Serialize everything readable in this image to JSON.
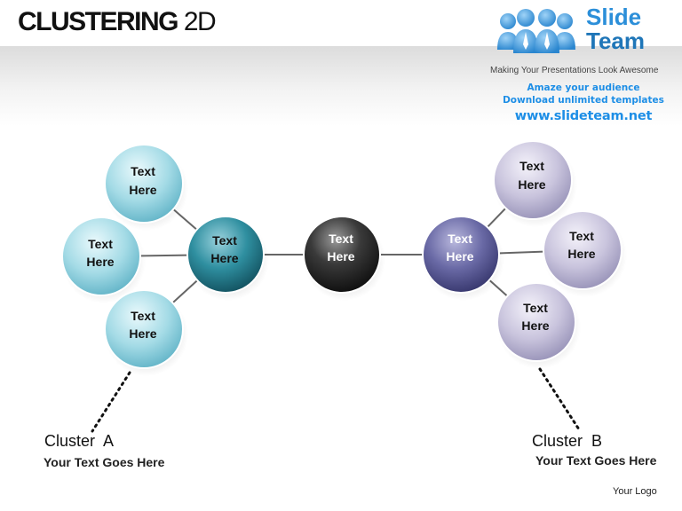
{
  "header": {
    "title_bold": "CLUSTERING",
    "title_rest": " 2D"
  },
  "logo": {
    "brand_line1": "Slide",
    "brand_line2": "Team",
    "tagline": "Making Your Presentations Look Awesome",
    "promo_line1": "Amaze your audience",
    "promo_line2": "Download unlimited templates",
    "url": "www.slideteam.net",
    "icon": "people-group-icon",
    "colors": {
      "blue": "#2c8fd9",
      "dark_blue": "#1f76b8"
    }
  },
  "diagram": {
    "nodes": [
      {
        "id": "a-top",
        "group": "a-leaf",
        "line1": "Text",
        "line2": "Here"
      },
      {
        "id": "a-mid",
        "group": "a-leaf",
        "line1": "Text",
        "line2": "Here"
      },
      {
        "id": "a-bot",
        "group": "a-leaf",
        "line1": "Text",
        "line2": "Here"
      },
      {
        "id": "a-hub",
        "group": "a-hub",
        "line1": "Text",
        "line2": "Here"
      },
      {
        "id": "center",
        "group": "center",
        "line1": "Text",
        "line2": "Here"
      },
      {
        "id": "b-hub",
        "group": "b-hub",
        "line1": "Text",
        "line2": "Here"
      },
      {
        "id": "b-top",
        "group": "b-leaf",
        "line1": "Text",
        "line2": "Here"
      },
      {
        "id": "b-mid",
        "group": "b-leaf",
        "line1": "Text",
        "line2": "Here"
      },
      {
        "id": "b-bot",
        "group": "b-leaf",
        "line1": "Text",
        "line2": "Here"
      }
    ],
    "colors": {
      "a-leaf": "#a4dbe6",
      "a-hub": "#2f8fa0",
      "center": "#3a3a3a",
      "b-hub": "#6a6aa6",
      "b-leaf": "#c9c4dd"
    }
  },
  "clusters": {
    "a": {
      "label": "Cluster  A",
      "subtitle": "Your Text Goes Here"
    },
    "b": {
      "label": "Cluster  B",
      "subtitle": "Your Text Goes Here"
    }
  },
  "footer": {
    "logo_text": "Your Logo"
  }
}
